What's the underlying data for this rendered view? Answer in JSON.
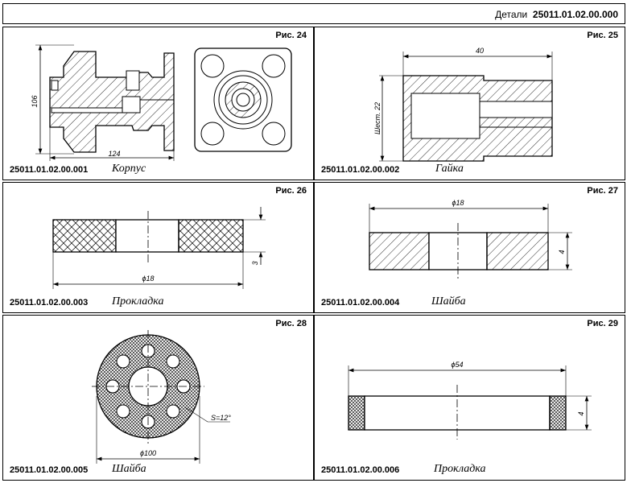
{
  "header": {
    "label": "Детали",
    "code": "25011.01.02.00.000"
  },
  "panels": [
    {
      "fig": "Рис. 24",
      "code": "25011.01.02.00.001",
      "name": "Корпус",
      "dims": [
        "106",
        "124"
      ]
    },
    {
      "fig": "Рис. 25",
      "code": "25011.01.02.00.002",
      "name": "Гайка",
      "dims": [
        "40",
        "Шест. 22"
      ]
    },
    {
      "fig": "Рис. 26",
      "code": "25011.01.02.00.003",
      "name": "Прокладка",
      "dims": [
        "ϕ18",
        "3"
      ]
    },
    {
      "fig": "Рис. 27",
      "code": "25011.01.02.00.004",
      "name": "Шайба",
      "dims": [
        "ϕ18",
        "4"
      ]
    },
    {
      "fig": "Рис. 28",
      "code": "25011.01.02.00.005",
      "name": "Шайба",
      "dims": [
        "ϕ100",
        "S=12°"
      ]
    },
    {
      "fig": "Рис. 29",
      "code": "25011.01.02.00.006",
      "name": "Прокладка",
      "dims": [
        "ϕ54",
        "4"
      ]
    }
  ]
}
